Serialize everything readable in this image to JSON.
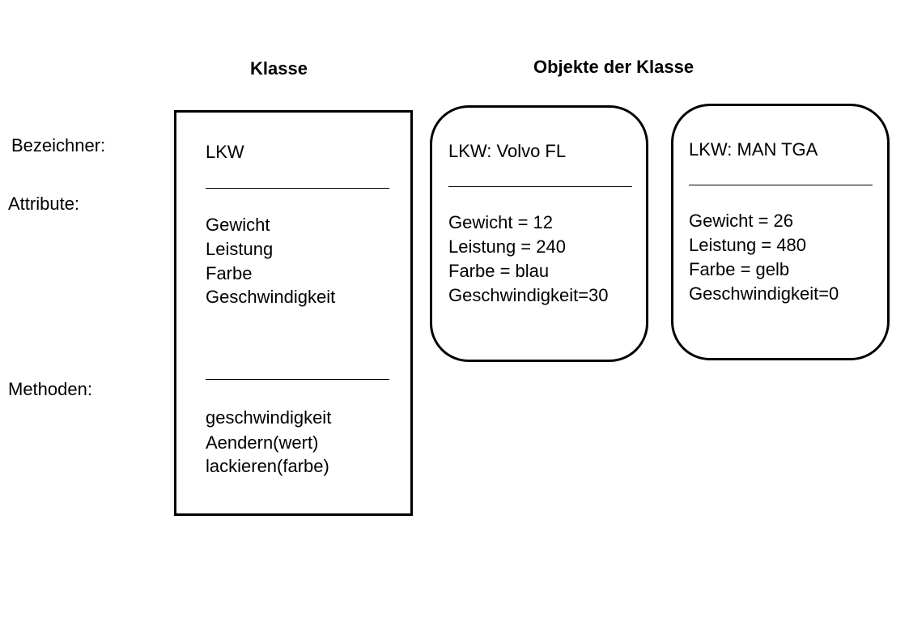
{
  "headings": {
    "class": "Klasse",
    "objects": "Objekte der Klasse"
  },
  "row_labels": {
    "identifier": "Bezeichner:",
    "attributes": "Attribute:",
    "methods": "Methoden:"
  },
  "class_box": {
    "name": "LKW",
    "attributes": [
      "Gewicht",
      "Leistung",
      "Farbe",
      "Geschwindigkeit"
    ],
    "methods": [
      "geschwindigkeit",
      "Aendern(wert)",
      "lackieren(farbe)"
    ]
  },
  "objects": [
    {
      "name": "LKW: Volvo FL",
      "attributes": [
        "Gewicht = 12",
        "Leistung = 240",
        "Farbe = blau",
        "Geschwindigkeit=30"
      ]
    },
    {
      "name": "LKW: MAN TGA",
      "attributes": [
        "Gewicht = 26",
        "Leistung = 480",
        "Farbe = gelb",
        "Geschwindigkeit=0"
      ]
    }
  ]
}
